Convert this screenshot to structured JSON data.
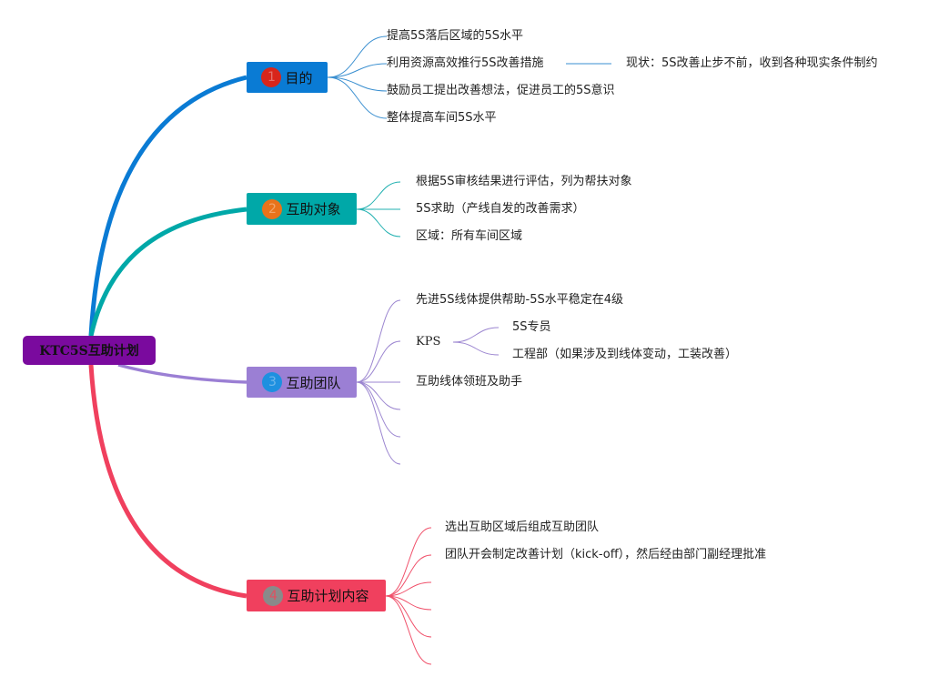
{
  "root": {
    "label": "KTC5S互助计划",
    "color": "#7a0a9e"
  },
  "branches": [
    {
      "num": "1",
      "label": "目的",
      "color": "#0a7bd4",
      "badge_color": "#d8261b",
      "items": [
        "提高5S落后区域的5S水平",
        "利用资源高效推行5S改善措施",
        "鼓励员工提出改善想法，促进员工的5S意识",
        "整体提高车间5S水平"
      ],
      "sub": {
        "label": "现状：5S改善止步不前，收到各种现实条件制约"
      }
    },
    {
      "num": "2",
      "label": "互助对象",
      "color": "#00a8a8",
      "badge_color": "#e8731a",
      "items": [
        "根据5S审核结果进行评估，列为帮扶对象",
        "5S求助（产线自发的改善需求）",
        "区域：所有车间区域"
      ]
    },
    {
      "num": "3",
      "label": "互助团队",
      "color": "#9b7fd4",
      "badge_color": "#1e90e0",
      "items": [
        "先进5S线体提供帮助-5S水平稳定在4级",
        "KPS",
        "互助线体领班及助手"
      ],
      "kps_items": [
        "5S专员",
        "工程部（如果涉及到线体变动，工装改善）"
      ]
    },
    {
      "num": "4",
      "label": "互助计划内容",
      "color": "#f0405e",
      "badge_color": "#8a8a8a",
      "items": [
        "选出互助区域后组成互助团队",
        "团队开会制定改善计划（kick-off），然后经由部门副经理批准"
      ]
    }
  ]
}
